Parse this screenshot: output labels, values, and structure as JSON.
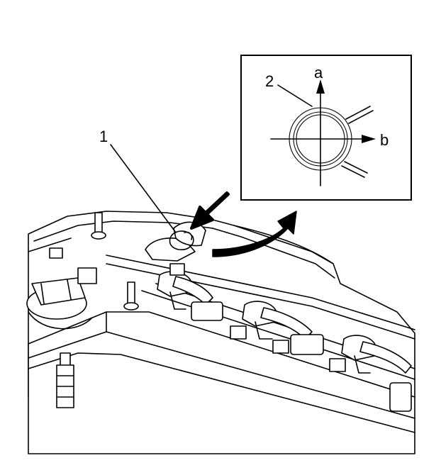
{
  "figure": {
    "callouts": {
      "part_1": "1",
      "part_2": "2",
      "axis_a": "a",
      "axis_b": "b"
    },
    "icons": {
      "pointer": "arrow-left-down-icon",
      "inset_link": "curved-arrow-icon"
    },
    "colors": {
      "ink": "#000000",
      "paper": "#ffffff"
    }
  }
}
